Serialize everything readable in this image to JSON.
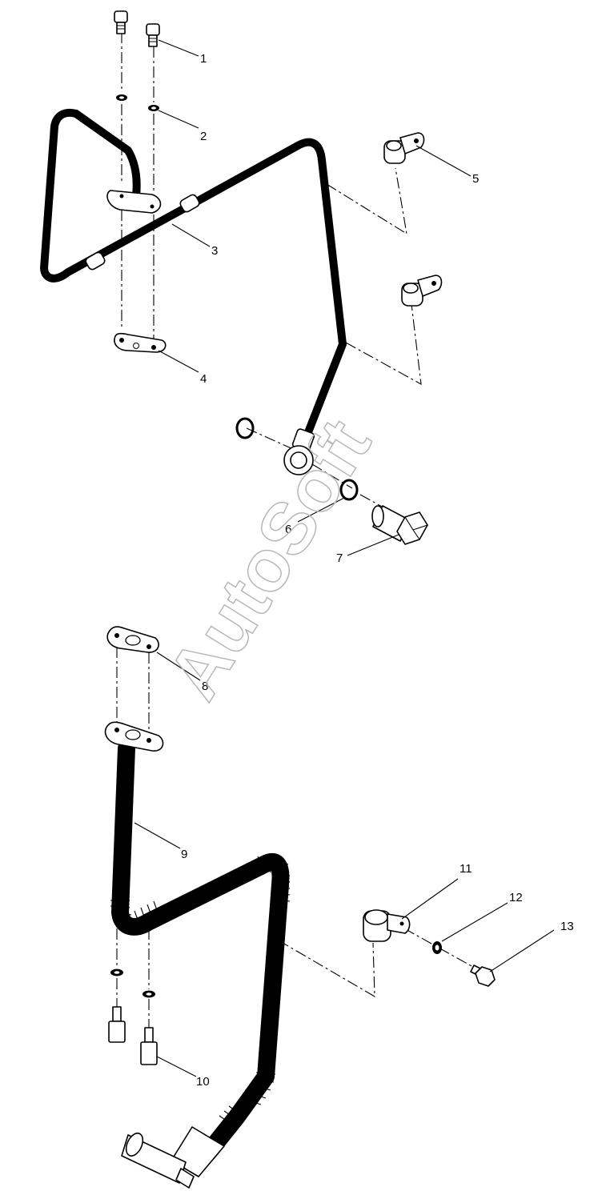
{
  "callouts": [
    {
      "id": "c1",
      "label": "1"
    },
    {
      "id": "c2",
      "label": "2"
    },
    {
      "id": "c3",
      "label": "3"
    },
    {
      "id": "c4",
      "label": "4"
    },
    {
      "id": "c5",
      "label": "5"
    },
    {
      "id": "c6",
      "label": "6"
    },
    {
      "id": "c7",
      "label": "7"
    },
    {
      "id": "c8",
      "label": "8"
    },
    {
      "id": "c9",
      "label": "9"
    },
    {
      "id": "c10",
      "label": "10"
    },
    {
      "id": "c11",
      "label": "11"
    },
    {
      "id": "c12",
      "label": "12"
    },
    {
      "id": "c13",
      "label": "13"
    }
  ],
  "watermark": "AutoSoft"
}
